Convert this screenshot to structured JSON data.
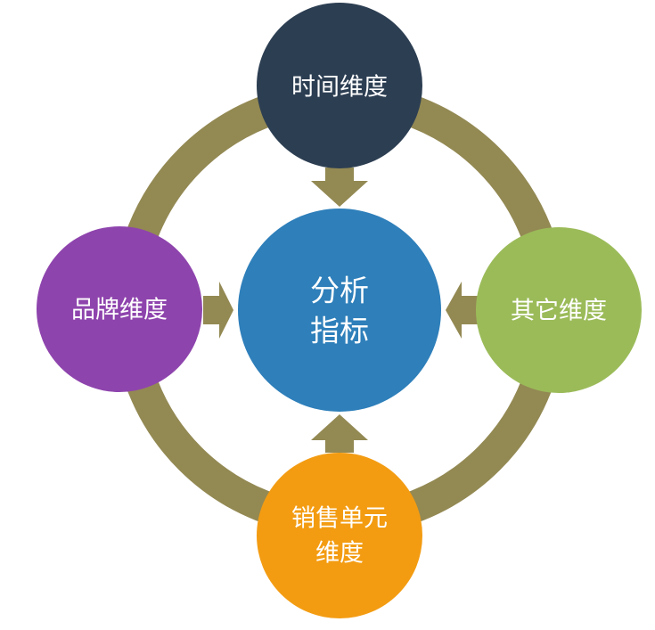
{
  "center": {
    "label_line1": "分析",
    "label_line2": "指标",
    "color": "#2e7fba"
  },
  "nodes": {
    "top": {
      "label": "时间维度",
      "color": "#2c3e52"
    },
    "left": {
      "label": "品牌维度",
      "color": "#8e44ad"
    },
    "right": {
      "label": "其它维度",
      "color": "#9bbb59"
    },
    "bottom": {
      "label_line1": "销售单元",
      "label_line2": "维度",
      "color": "#f39c12"
    }
  },
  "ring": {
    "color": "#938953"
  },
  "arrows": {
    "color": "#938953"
  }
}
